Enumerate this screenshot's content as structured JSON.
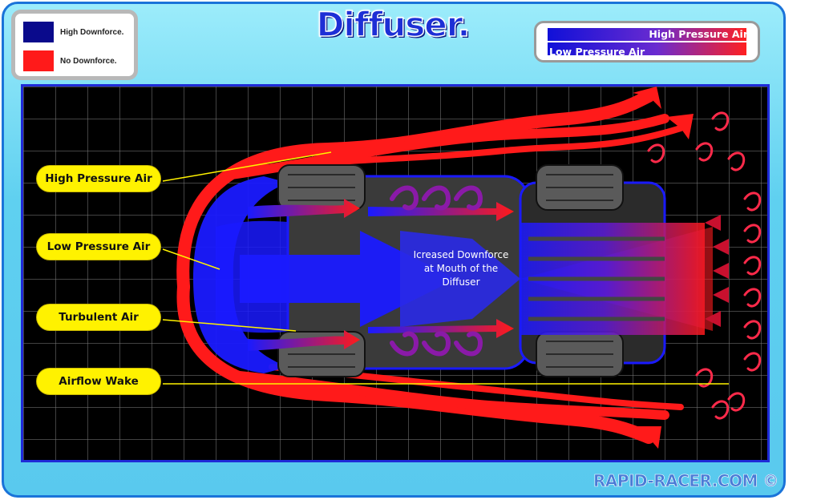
{
  "title": "Diffuser.",
  "legend": {
    "items": [
      {
        "label": "High Downforce.",
        "color": "#0a0a8c"
      },
      {
        "label": "No Downforce.",
        "color": "#ff1a1a"
      }
    ]
  },
  "pressure_key": {
    "high": "High Pressure Air",
    "low": "Low Pressure Air"
  },
  "callouts": {
    "high_pressure": "High Pressure Air",
    "low_pressure": "Low Pressure Air",
    "turbulent": "Turbulent Air",
    "wake": "Airflow Wake"
  },
  "center_text": {
    "line1": "Icreased Downforce",
    "line2": "at Mouth of the",
    "line3": "Diffuser"
  },
  "brand": "RAPID-RACER.COM ©",
  "colors": {
    "high_pressure": "#ff1a1a",
    "low_pressure": "#1a1aff",
    "turbulent": "#8a1aa8",
    "callout": "#fff200"
  }
}
